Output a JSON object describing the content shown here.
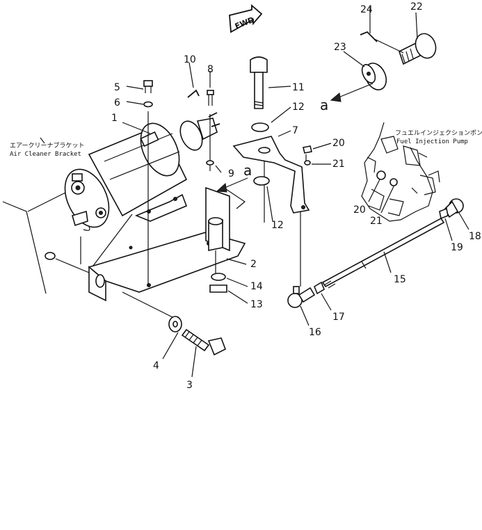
{
  "fwd_label": "FWD",
  "callouts": {
    "n1": "1",
    "n2": "2",
    "n3": "3",
    "n4": "4",
    "n5": "5",
    "n6": "6",
    "n7": "7",
    "n8": "8",
    "n9": "9",
    "n10": "10",
    "n11": "11",
    "n12a": "12",
    "n12b": "12",
    "n13": "13",
    "n14": "14",
    "n15": "15",
    "n16": "16",
    "n17": "17",
    "n18": "18",
    "n19": "19",
    "n20a": "20",
    "n20b": "20",
    "n21a": "21",
    "n21b": "21",
    "n22": "22",
    "n23": "23",
    "n24": "24",
    "a1": "a",
    "a2": "a"
  },
  "notes": {
    "air_cleaner_jp": "エアークリーナブラケット",
    "air_cleaner_en": "Air Cleaner Bracket",
    "fuel_pump_jp": "フュエルインジェクションポンプ",
    "fuel_pump_en": "Fuel Injection Pump"
  }
}
